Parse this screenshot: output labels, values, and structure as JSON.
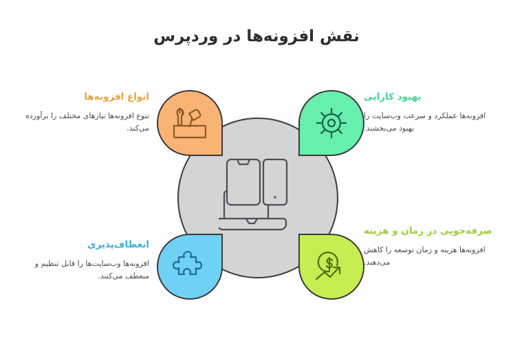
{
  "page": {
    "title": "نقش افزونه‌ها در وردپرس",
    "language": "fa",
    "direction": "rtl",
    "background_color": "#fefefe"
  },
  "center": {
    "circle_color": "#d4d4d4",
    "stroke_color": "#3a3a3a",
    "icon_name": "devices-laptop-phone-tablet-icon"
  },
  "sections": {
    "top_left": {
      "heading": "انواع افزونه‌ها",
      "body": "تنوع افزونه‌ها نیازهای مختلف را برآورده می‌کند.",
      "color": "#e8a33d",
      "petal_color": "#f9b475",
      "icon_name": "toolbox-wrench-hammer-icon"
    },
    "top_right": {
      "heading": "بهبود کارایی",
      "body": "افزونه‌ها عملکرد و سرعت وب‌سایت را بهبود می‌بخشند.",
      "color": "#3ed696",
      "petal_color": "#67efad",
      "icon_name": "gear-sun-performance-icon"
    },
    "bottom_left": {
      "heading": "انعطاف‌پذیری",
      "body": "افزونه‌ها وب‌سایت‌ها را قابل تنظیم و منعطف می‌کنند.",
      "color": "#3bafda",
      "petal_color": "#6fd2f5",
      "icon_name": "puzzle-piece-icon"
    },
    "bottom_right": {
      "heading": "صرفه‌جویی در زمان و هزینه",
      "body": "افزونه‌ها هزینه و زمان توسعه را کاهش می‌دهند.",
      "color": "#9fcc3b",
      "petal_color": "#c6ee52",
      "icon_name": "dollar-growth-arrow-icon"
    }
  }
}
